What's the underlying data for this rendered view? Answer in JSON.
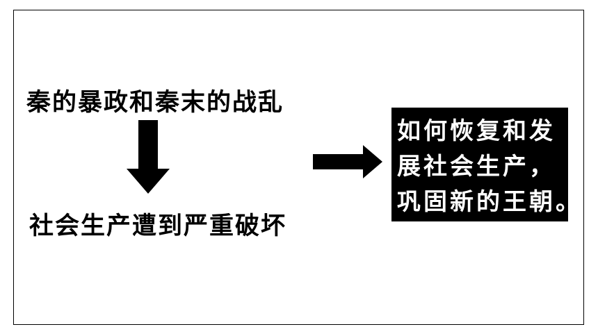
{
  "diagram": {
    "cause": "秦的暴政和秦末的战乱",
    "effect": "社会生产遭到严重破坏",
    "question": {
      "lines": [
        "如何恢复和发",
        "展社会生产，",
        "巩固新的王朝。"
      ]
    },
    "colors": {
      "text": "#000000",
      "box_background": "#000000",
      "box_text": "#ffffff",
      "arrow": "#000000"
    }
  }
}
